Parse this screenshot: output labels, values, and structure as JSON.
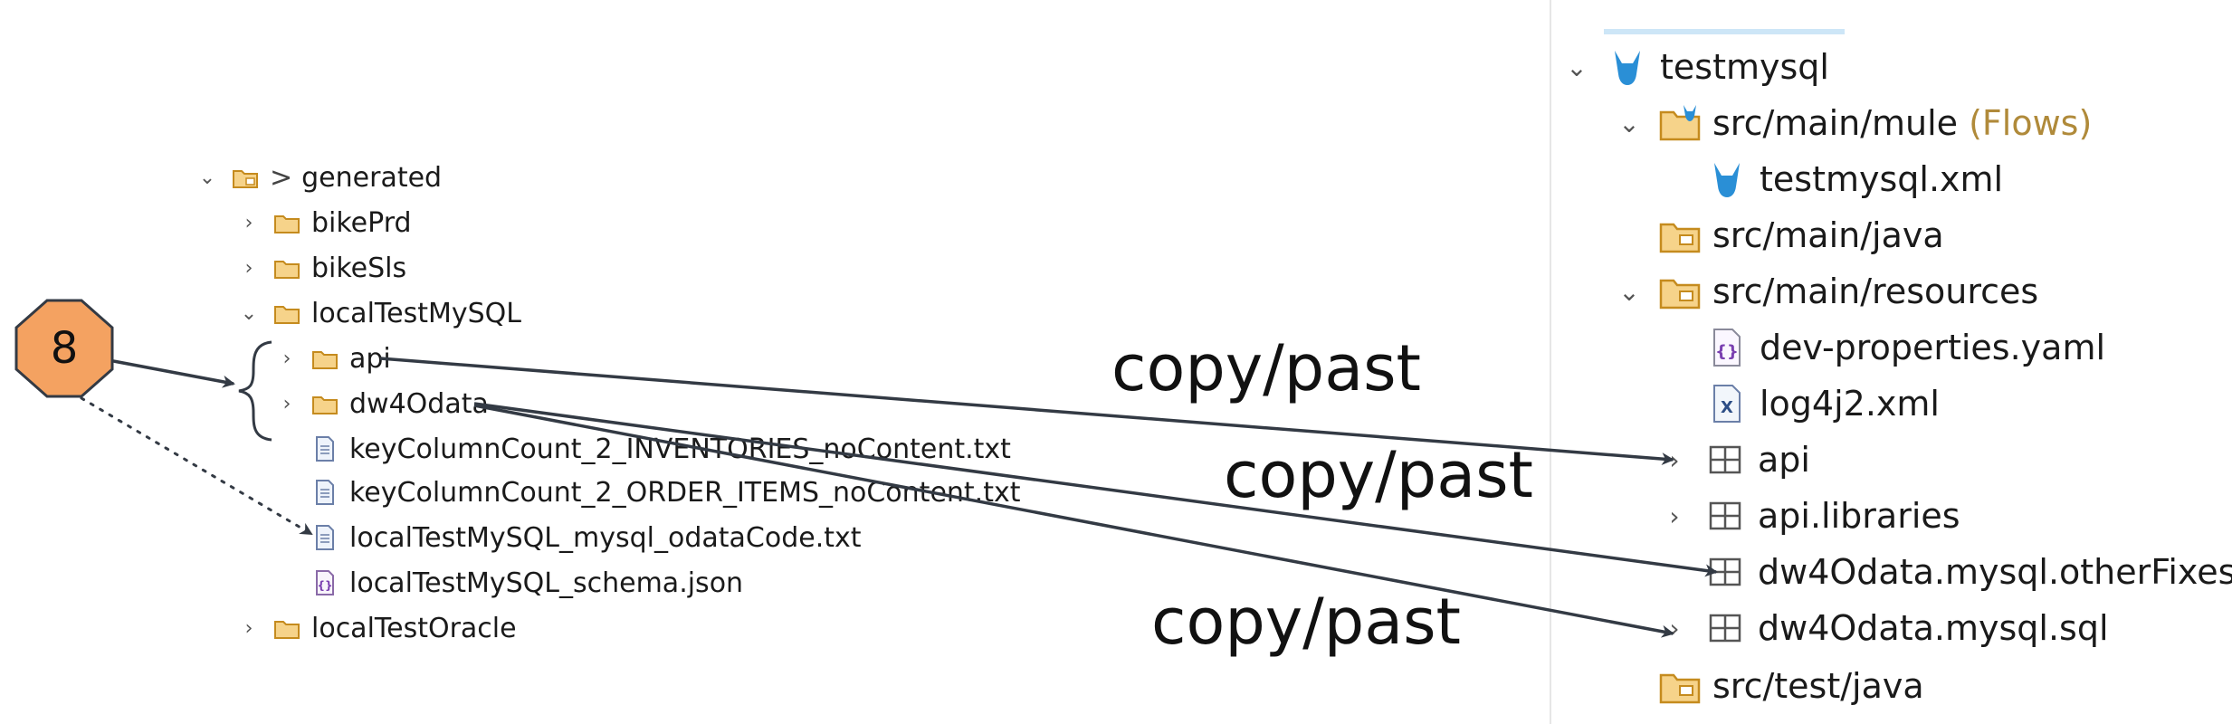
{
  "left_tree": {
    "root": {
      "label": "generated",
      "prefix": ">"
    },
    "items": [
      {
        "label": "bikePrd"
      },
      {
        "label": "bikeSls"
      },
      {
        "label": "localTestMySQL"
      },
      {
        "label": "api"
      },
      {
        "label": "dw4Odata"
      },
      {
        "label": "keyColumnCount_2_INVENTORIES_noContent.txt"
      },
      {
        "label": "keyColumnCount_2_ORDER_ITEMS_noContent.txt"
      },
      {
        "label": "localTestMySQL_mysql_odataCode.txt"
      },
      {
        "label": "localTestMySQL_schema.json"
      },
      {
        "label": "localTestOracle"
      }
    ]
  },
  "right_tree": {
    "items": [
      {
        "label": "testmysql"
      },
      {
        "label": "src/main/mule",
        "suffix": "(Flows)"
      },
      {
        "label": "testmysql.xml"
      },
      {
        "label": "src/main/java"
      },
      {
        "label": "src/main/resources"
      },
      {
        "label": "dev-properties.yaml"
      },
      {
        "label": "log4j2.xml"
      },
      {
        "label": "api"
      },
      {
        "label": "api.libraries"
      },
      {
        "label": "dw4Odata.mysql.otherFixes"
      },
      {
        "label": "dw4Odata.mysql.sql"
      },
      {
        "label": "src/test/java"
      }
    ]
  },
  "annotations": {
    "copy_labels": [
      "copy/past",
      "copy/past",
      "copy/past"
    ],
    "badge": "8"
  },
  "colors": {
    "badge_fill": "#f4a261",
    "arrow": "#333a44",
    "folder": "#e9b04a",
    "mule_blue": "#2a8fd6"
  }
}
